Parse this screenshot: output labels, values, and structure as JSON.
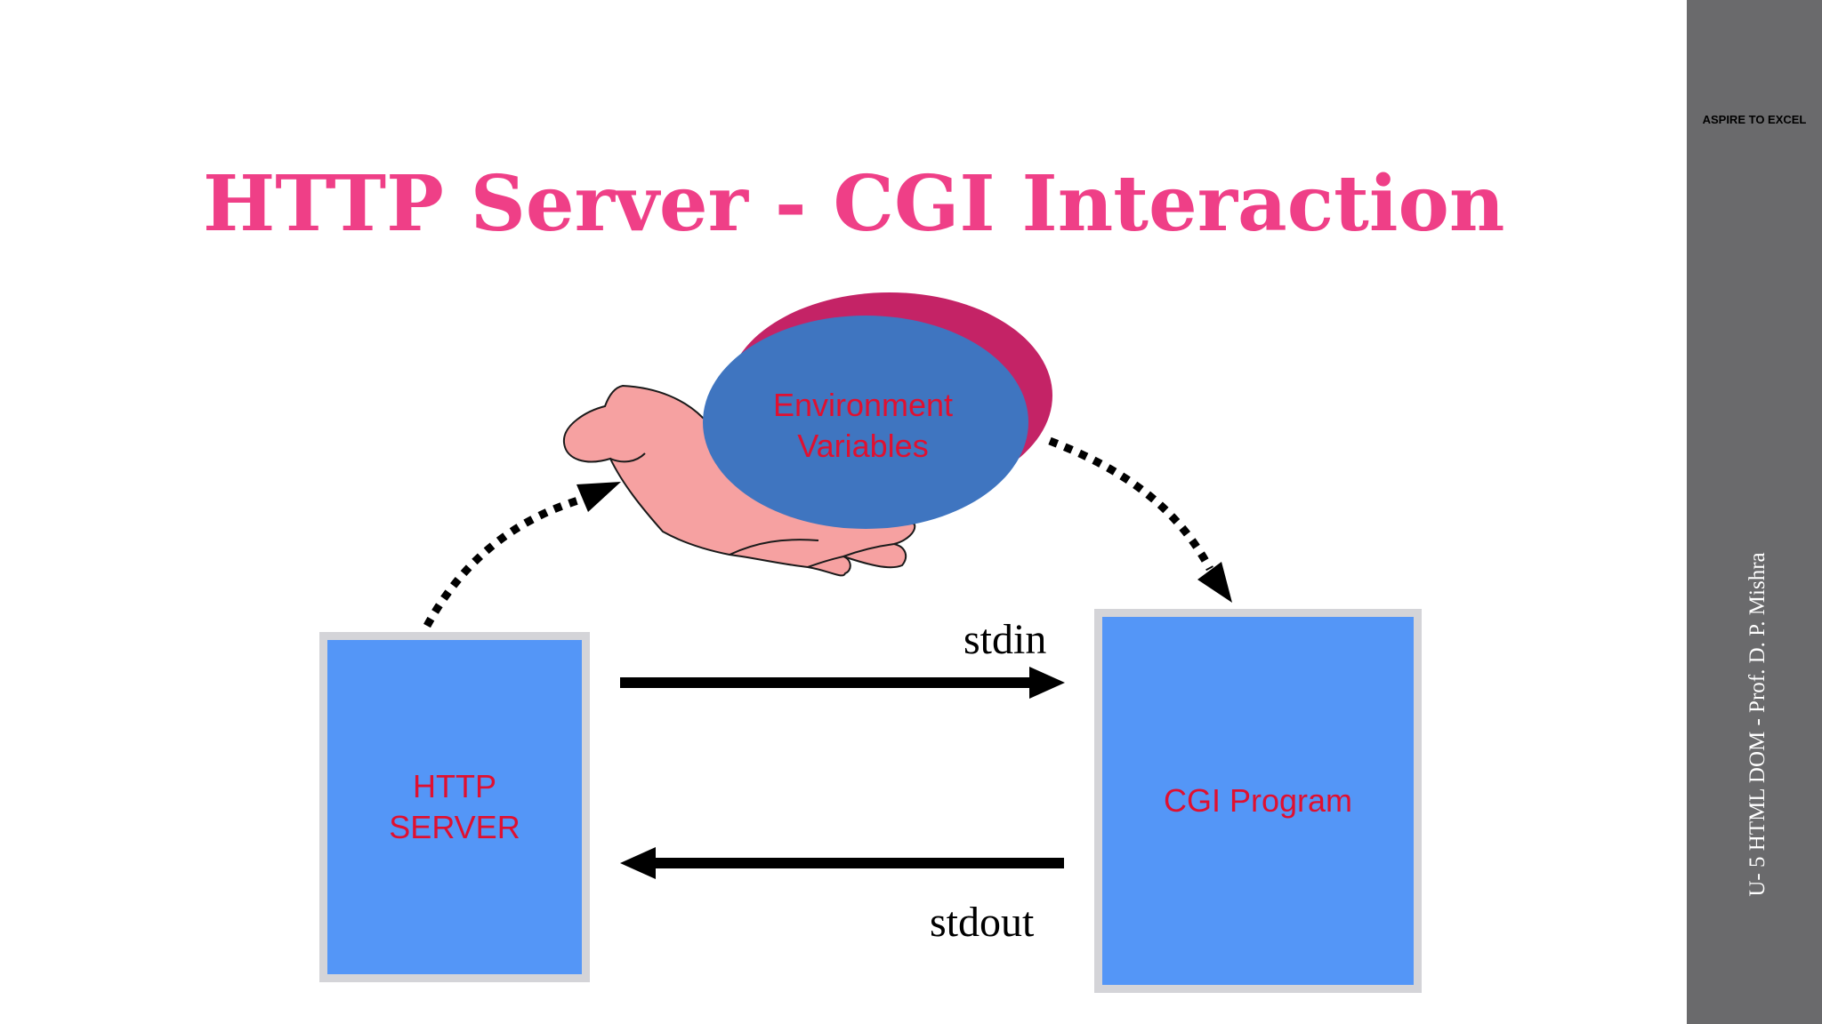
{
  "title": "HTTP Server - CGI Interaction",
  "nodes": {
    "http_server": [
      "HTTP",
      "SERVER"
    ],
    "cgi_program": "CGI Program",
    "environment_variables": [
      "Environment",
      "Variables"
    ]
  },
  "edges": {
    "stdin": "stdin",
    "stdout": "stdout"
  },
  "sidebar": {
    "footer": "U- 5 HTML DOM  - Prof. D. P. Mishra",
    "logo_caption": "ASPIRE TO EXCEL"
  },
  "colors": {
    "title": "#ef3f87",
    "box_fill": "#5496f7",
    "box_border": "#d4d4d8",
    "node_text": "#e01030",
    "ellipse_blue": "#3f75c0",
    "ellipse_shadow": "#c42366",
    "hand": "#f6a1a1",
    "arrow": "#000000",
    "sidebar": "#6a6a6c"
  }
}
